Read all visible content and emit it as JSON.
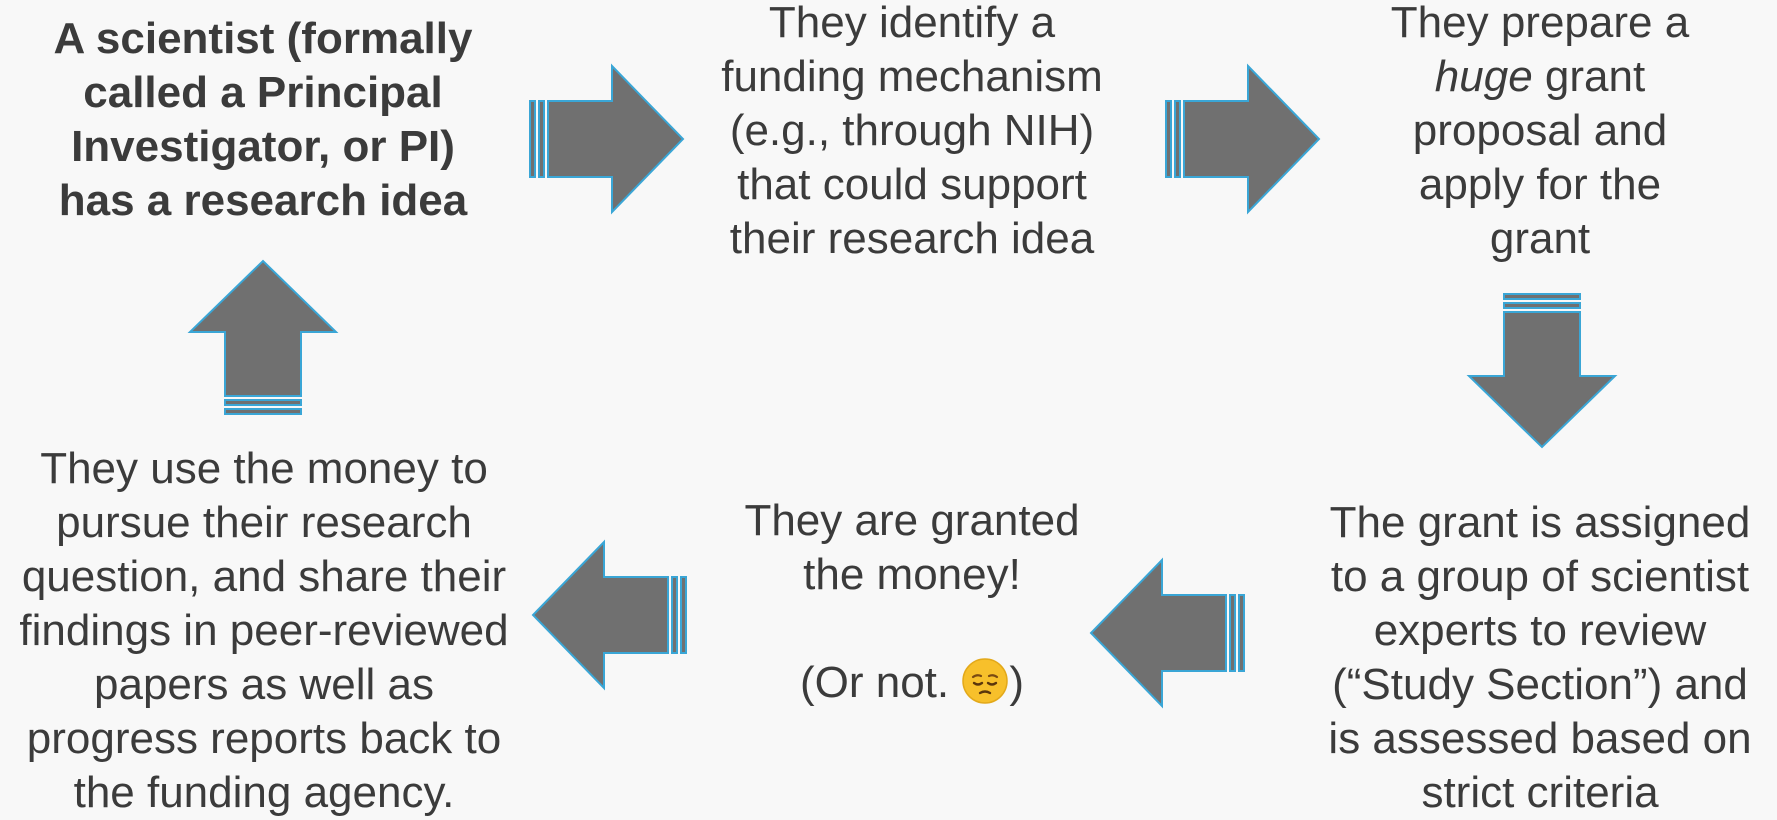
{
  "steps": [
    {
      "id": "idea",
      "lines": [
        "A scientist (formally",
        "called a Principal",
        "Investigator, or PI)",
        "has a research idea"
      ]
    },
    {
      "id": "funding",
      "lines": [
        "They identify a",
        "funding mechanism",
        "(e.g., through NIH)",
        "that could support",
        "their research idea"
      ]
    },
    {
      "id": "proposal",
      "line1": "They prepare a",
      "line2_emphasis": "huge",
      "line2_rest": " grant",
      "lines_rest": [
        "proposal and",
        "apply for the",
        "grant"
      ]
    },
    {
      "id": "review",
      "lines": [
        "The grant is assigned",
        "to a group of scientist",
        "experts to review",
        "(“Study Section”) and",
        "is assessed based on",
        "strict criteria"
      ]
    },
    {
      "id": "granted",
      "lines": [
        "They are granted",
        "the money!"
      ],
      "aside_before": "(Or not. ",
      "aside_after": ")",
      "emoji_name": "pensive-face-icon"
    },
    {
      "id": "use-money",
      "lines": [
        "They use the money to",
        "pursue their research",
        "question, and share their",
        "findings in peer-reviewed",
        "papers as well as",
        "progress reports back to",
        "the funding agency."
      ]
    }
  ],
  "colors": {
    "arrow_fill": "#707070",
    "arrow_stroke": "#3aa6d6",
    "text": "#3b3b3b",
    "background": "#f8f8f8",
    "emoji_face": "#f7c02b"
  }
}
